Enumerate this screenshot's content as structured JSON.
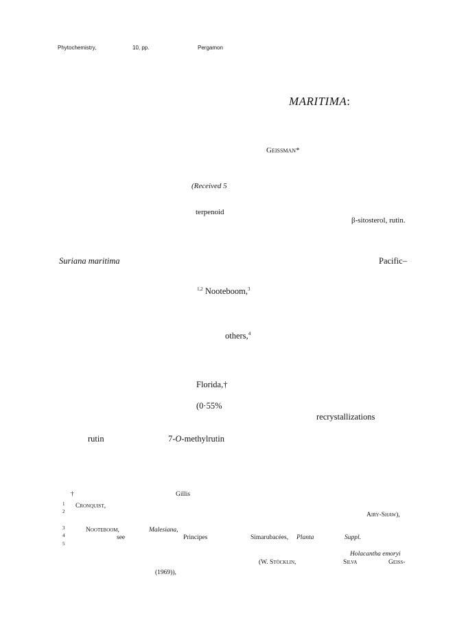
{
  "header": {
    "journal": "Phytochemistry,",
    "volume": "10, pp.",
    "publisher": "Pergamon"
  },
  "title": {
    "species_caps": "MARITIMA",
    "colon": ":"
  },
  "author": {
    "name": "Geissman",
    "mark": "*"
  },
  "received": "(Received 5",
  "abstract": {
    "word1": "terpenoid",
    "compounds": "β-sitosterol, rutin."
  },
  "body": {
    "species": "Suriana maritima",
    "region": "Pacific–",
    "ref12_sup": "1,2",
    "nooteboom": "Nooteboom,",
    "nooteboom_sup": "3",
    "others": "others,",
    "others_sup": "4",
    "florida": "Florida,†",
    "percent": "(0·55%",
    "recryst": "recrystallizations",
    "rutin": "rutin",
    "methylrutin_pre": "7-",
    "methylrutin_o": "O",
    "methylrutin_post": "-methylrutin"
  },
  "footnotes": {
    "dagger": "†",
    "gillis": "Gillis",
    "n1": "1",
    "cronquist": "Cronquist,",
    "n2": "2",
    "airyshaw": "Airy-Shaw),",
    "n3": "3",
    "nooteboom": "Nooteboom,",
    "malesiana": "Malesiana,",
    "n4": "4",
    "see": "see",
    "principes": "Principes",
    "simarubacees": "Simarubacées,",
    "planta": "Planta",
    "suppl": "Suppl.",
    "n5": "5",
    "holacantha": "Holacantha emoryi",
    "stocklin": "(W. Stöcklin,",
    "silva": "Silva",
    "geiss": "Geiss-",
    "year": "(1969)),"
  }
}
